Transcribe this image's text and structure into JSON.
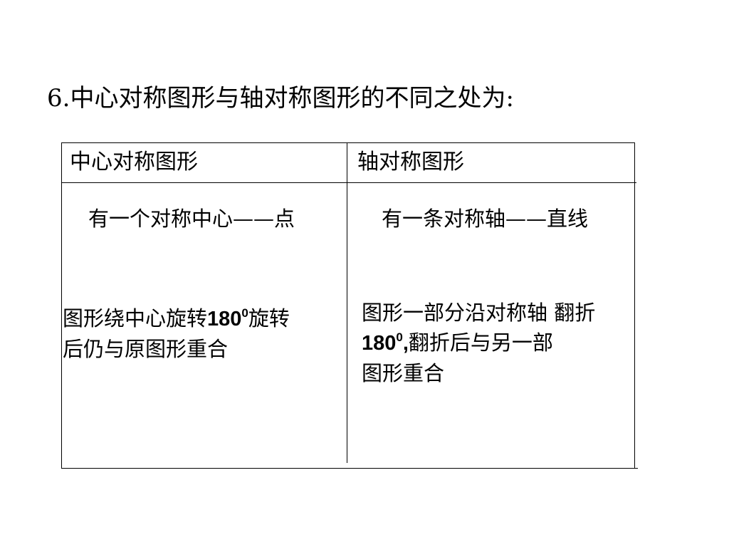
{
  "title": "6.中心对称图形与轴对称图形的不同之处为:",
  "table": {
    "headers": [
      "中心对称图形",
      "轴对称图形"
    ],
    "rows": [
      {
        "left": "有一个对称中心——点",
        "right": "有一条对称轴——直线"
      },
      {
        "left": {
          "line1_before": "图形绕中心旋转",
          "line1_num": "180",
          "line1_sup": "0",
          "line1_after": "旋转",
          "line2": "后仍与原图形重合"
        },
        "right": {
          "line1": "图形一部分沿对称轴 翻折",
          "line2_num": "180",
          "line2_sup": "0",
          "line2_comma": ",",
          "line2_after": "翻折后与另一部",
          "line3": "图形重合"
        }
      }
    ]
  }
}
